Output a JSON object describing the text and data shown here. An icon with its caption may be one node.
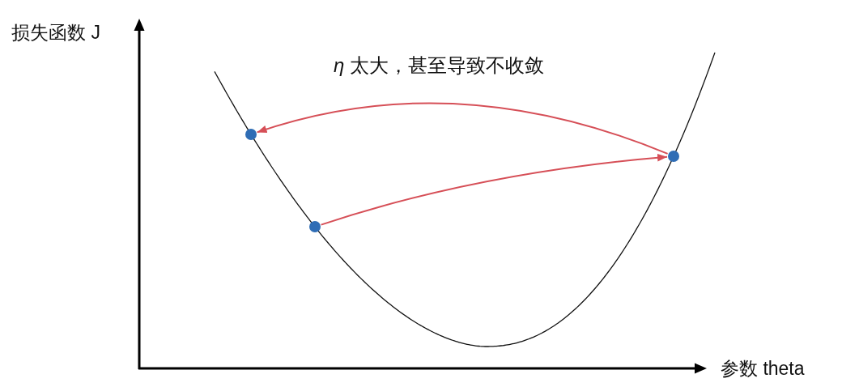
{
  "diagram": {
    "nodes": [
      {
        "text": [],
        "shape": "circle"
      },
      {
        "text": [],
        "shape": "circle"
      },
      {
        "text": [],
        "shape": "circle"
      }
    ],
    "edges": [
      {
        "from": 1,
        "to": 2,
        "arrow": "to"
      },
      {
        "from": 2,
        "to": 0,
        "arrow": "to"
      }
    ],
    "labels": [
      "损失函数 J",
      "*η* 太大，甚至导致不收敛",
      "参数 theta"
    ]
  }
}
